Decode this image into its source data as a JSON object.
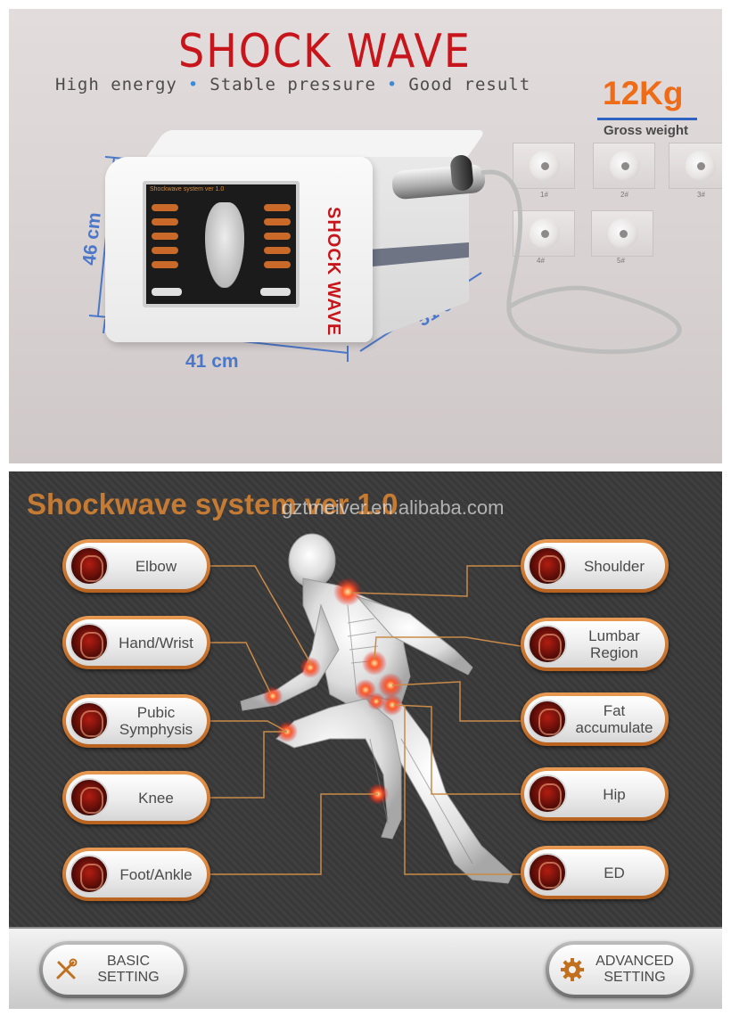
{
  "product": {
    "title": "SHOCK WAVE",
    "taglines": [
      "High energy",
      "Stable pressure",
      "Good result"
    ],
    "tagline_separator": "•",
    "weight_value": "12Kg",
    "weight_label": "Gross weight",
    "heads": [
      "1#",
      "2#",
      "3#",
      "4#",
      "5#"
    ],
    "dimensions": {
      "height": "46 cm",
      "width": "41 cm",
      "depth": "51 cm"
    },
    "device_brand": "SHOCK WAVE",
    "device_screen_title": "Shockwave system ver 1.0"
  },
  "screen": {
    "title": "Shockwave system ver 1.0",
    "watermark": "gztmeiver.en.alibaba.com",
    "left_buttons": [
      {
        "id": "elbow",
        "label": "Elbow"
      },
      {
        "id": "hand-wrist",
        "label": "Hand/Wrist"
      },
      {
        "id": "pubic-symphysis",
        "label": "Pubic\nSymphysis"
      },
      {
        "id": "knee",
        "label": "Knee"
      },
      {
        "id": "foot-ankle",
        "label": "Foot/Ankle"
      }
    ],
    "right_buttons": [
      {
        "id": "shoulder",
        "label": "Shoulder"
      },
      {
        "id": "lumbar-region",
        "label": "Lumbar\nRegion"
      },
      {
        "id": "fat-accumulate",
        "label": "Fat\naccumulate"
      },
      {
        "id": "hip",
        "label": "Hip"
      },
      {
        "id": "ed",
        "label": "ED"
      }
    ]
  },
  "footer": {
    "basic_setting": "BASIC\nSETTING",
    "advanced_setting": "ADVANCED\nSETTING"
  },
  "colors": {
    "title_red": "#c8151b",
    "accent_orange": "#ee6b17",
    "screen_title_orange": "#c57b34",
    "pill_border": "#d58236",
    "dimension_blue": "#4b77c9",
    "connector_line": "#c98a4a"
  }
}
